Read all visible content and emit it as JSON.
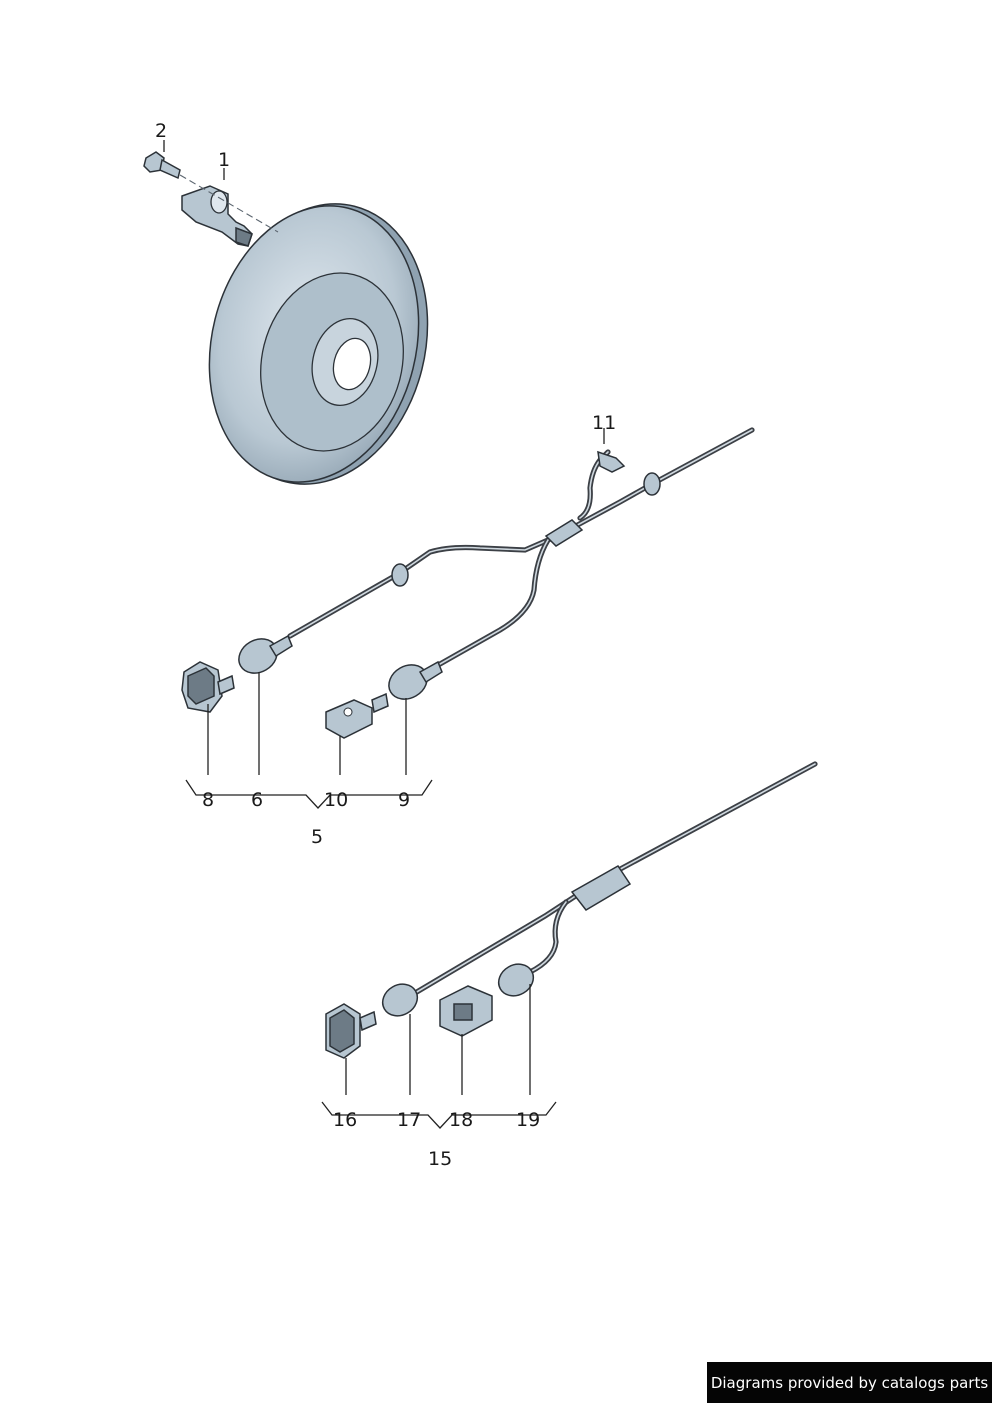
{
  "callouts": {
    "c1": "1",
    "c2": "2",
    "c5": "5",
    "c6": "6",
    "c8": "8",
    "c9": "9",
    "c10": "10",
    "c11": "11",
    "c15": "15",
    "c16": "16",
    "c17": "17",
    "c18": "18",
    "c19": "19"
  },
  "footer": {
    "credit": "Diagrams provided by catalogs parts"
  },
  "colors": {
    "part_fill": "#b7c6d1",
    "wire": "#3c4046",
    "footer_bg": "#050505"
  }
}
